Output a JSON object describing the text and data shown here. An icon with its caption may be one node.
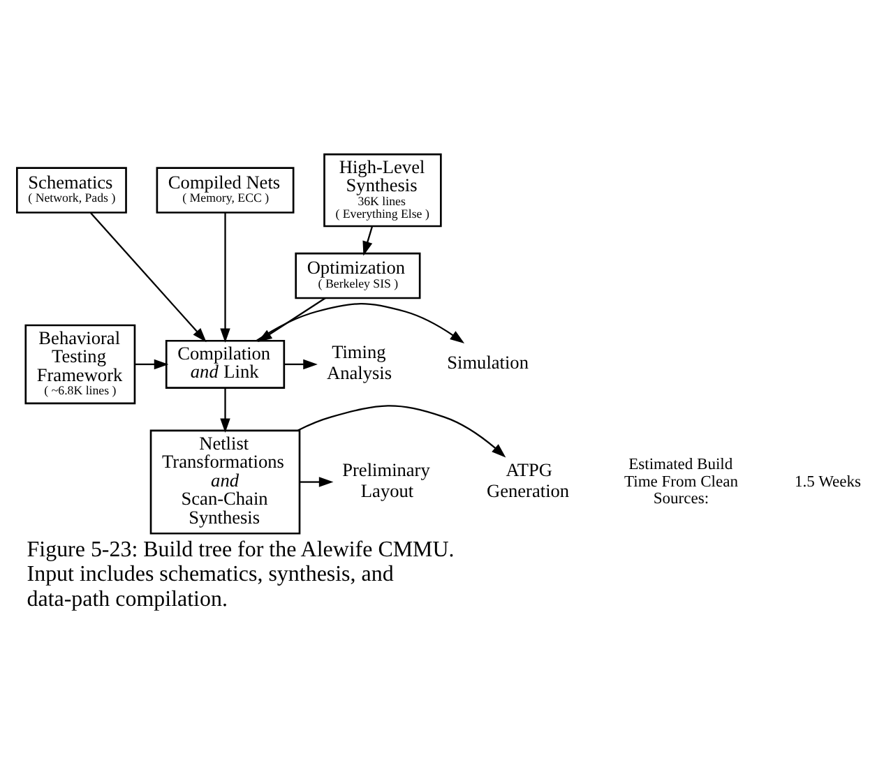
{
  "diagram": {
    "caption": "Figure 5-23: Build tree for the Alewife CMMU. Input includes schematics, synthesis, and data-path compilation.",
    "nodes": [
      {
        "text": [
          "Schematics",
          "( Network, Pads )"
        ]
      },
      {
        "text": [
          "High-Level Synthesis",
          "36K lines",
          "( Everything Else )"
        ]
      },
      {
        "text": [
          "Compiled Nets",
          "( Memory, ECC )"
        ]
      },
      {
        "text": [
          "Optimization",
          "( Berkeley SIS )"
        ]
      },
      {
        "text": [
          "Behavioral Testing Framework",
          "( ~6.8K lines )"
        ]
      },
      {
        "text": [
          "Compilation *and* Link"
        ]
      },
      {
        "text": [
          "Simulation"
        ]
      },
      {
        "text": [
          "Timing Analysis"
        ]
      },
      {
        "text": [
          "Netlist Transformations *and* Scan-Chain Synthesis"
        ]
      },
      {
        "text": [
          "ATPG Generation"
        ]
      },
      {
        "text": [
          "Preliminary Layout"
        ]
      }
    ],
    "edges": [
      {
        "from": 0,
        "to": 5,
        "arrow": "to"
      },
      {
        "from": 1,
        "to": 3,
        "arrow": "to"
      },
      {
        "from": 3,
        "to": 5,
        "arrow": "to"
      },
      {
        "from": 2,
        "to": 5,
        "arrow": "to"
      },
      {
        "from": 4,
        "to": 5,
        "arrow": "to"
      },
      {
        "from": 5,
        "to": 6,
        "arrow": "to"
      },
      {
        "from": 5,
        "to": 7,
        "arrow": "to"
      },
      {
        "from": 5,
        "to": 8,
        "arrow": "to"
      },
      {
        "from": 8,
        "to": 9,
        "arrow": "to"
      },
      {
        "from": 8,
        "to": 10,
        "arrow": "to"
      }
    ],
    "labels": [
      "Estimated Build Time From Clean Sources:",
      "1.5 Weeks"
    ]
  }
}
